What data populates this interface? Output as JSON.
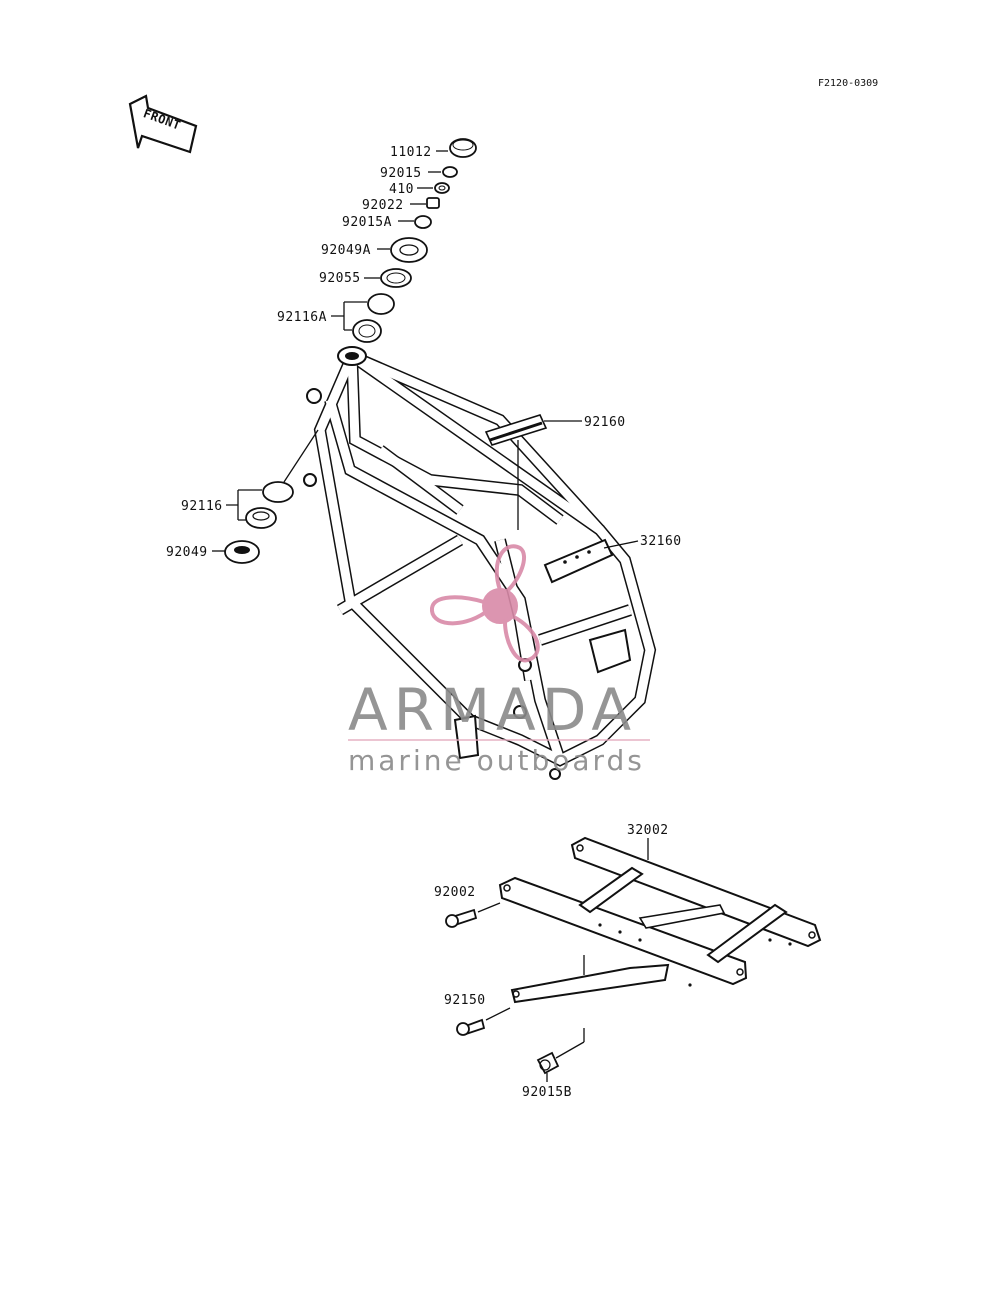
{
  "diagram": {
    "drawing_code": "F2120-0309",
    "direction_label": "FRONT",
    "parts": [
      {
        "id": "11012"
      },
      {
        "id": "92015"
      },
      {
        "id": "410"
      },
      {
        "id": "92022"
      },
      {
        "id": "92015A"
      },
      {
        "id": "92049A"
      },
      {
        "id": "92055"
      },
      {
        "id": "92116A"
      },
      {
        "id": "92160"
      },
      {
        "id": "32160"
      },
      {
        "id": "92116"
      },
      {
        "id": "92049"
      },
      {
        "id": "32002"
      },
      {
        "id": "92002"
      },
      {
        "id": "92150"
      },
      {
        "id": "92015B"
      }
    ]
  },
  "watermark": {
    "brand": "ARMADA",
    "tagline": "marine outboards",
    "colors": {
      "logo": "#d98aa8",
      "text": "#8a8a8a",
      "rule": "#e3a9bd"
    }
  }
}
